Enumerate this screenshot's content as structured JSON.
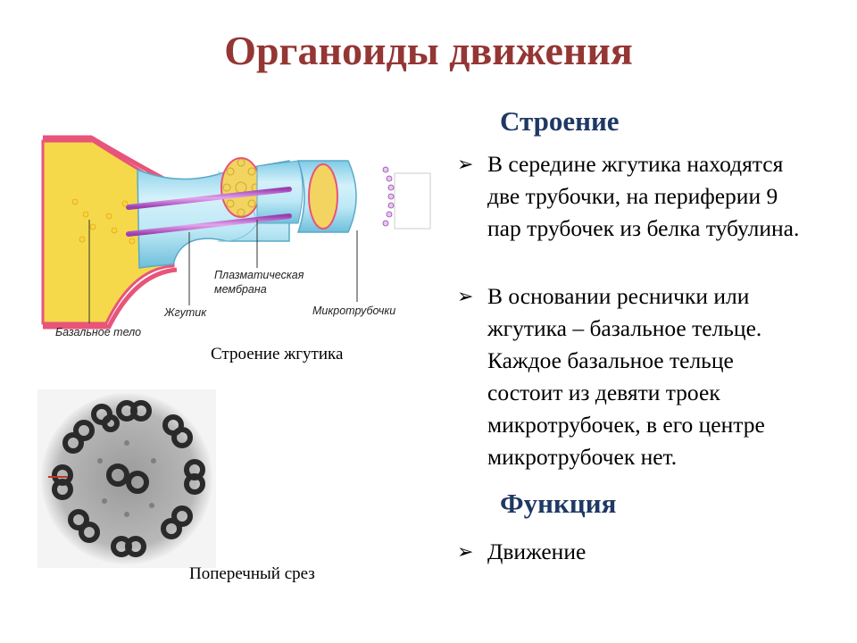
{
  "slide": {
    "title": "Органоиды движения",
    "structure_heading": "Строение",
    "bullets_structure": [
      {
        "text": "В середине жгутика находятся две трубочки, на периферии 9 пар трубочек из белка тубулина."
      },
      {
        "text": "В основании реснички или жгутика – базальное тельце. Каждое базальное тельце состоит из девяти троек микротрубочек, в его центре микротрубочек нет."
      }
    ],
    "function_heading": "Функция",
    "bullets_function": [
      {
        "text": "Движение"
      }
    ],
    "bullet_marker": "➢"
  },
  "flagellum_diagram": {
    "caption": "Строение жгутика",
    "labels": {
      "basal_body": "Базальное тело",
      "flagellum": "Жгутик",
      "membrane_line1": "Плазматическая",
      "membrane_line2": "мембрана",
      "microtubules": "Микротрубочки"
    }
  },
  "cross_section": {
    "caption": "Поперечный срез"
  },
  "colors": {
    "title": "#943634",
    "heading": "#1f3864",
    "cytoplasm": "#f5d94a",
    "membrane": "#e8547a",
    "microtubule": "#b05cc0",
    "sheath": "#a8dff0"
  }
}
